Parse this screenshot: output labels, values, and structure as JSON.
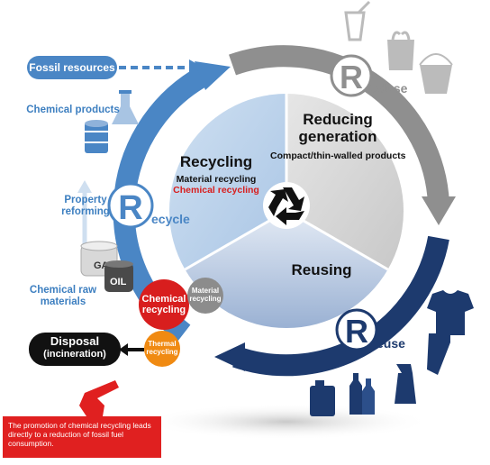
{
  "left_panel": {
    "fossil_resources": "Fossil resources",
    "chemical_products": "Chemical products",
    "property_reforming_line1": "Property",
    "property_reforming_line2": "reforming",
    "chemical_raw_materials_line1": "Chemical raw",
    "chemical_raw_materials_line2": "materials",
    "gas_label": "GAS",
    "oil_label": "OIL"
  },
  "cycle": {
    "recycling": {
      "title": "Recycling",
      "line1": "Material recycling",
      "line2": "Chemical recycling"
    },
    "reducing": {
      "title_line1": "Reducing",
      "title_line2": "generation",
      "sub": "Compact/thin-walled products"
    },
    "reusing": {
      "title": "Reusing"
    },
    "badges": {
      "reduse_big": "R",
      "reduse_small": "eduse",
      "recycle_big": "R",
      "recycle_small": "ecycle",
      "reuse_big": "R",
      "reuse_small": "euse"
    }
  },
  "bubbles": {
    "chemical_line1": "Chemical",
    "chemical_line2": "recycling",
    "material_line1": "Material",
    "material_line2": "recycling",
    "thermal_line1": "Thermal",
    "thermal_line2": "recycling"
  },
  "disposal": {
    "line1": "Disposal",
    "line2": "(incineration)"
  },
  "note": {
    "text": "The promotion of chemical recycling leads directly to a reduction of fossil fuel consumption."
  },
  "colors": {
    "recycle_blue": "#4a86c5",
    "reduce_gray": "#8f8f8f",
    "reuse_navy": "#1d3a6e",
    "chemical_red": "#d81e1e",
    "thermal_orange": "#f08a12",
    "material_gray": "#8c8c8c"
  },
  "icons": [
    "cup-icon",
    "plastic-bag-icon",
    "bucket-icon",
    "beaker-icon",
    "oil-drum-icon",
    "gas-tank-icon",
    "oil-tank-icon",
    "tshirt-icon",
    "pants-icon",
    "jerry-can-icon",
    "bottles-icon",
    "spray-bottle-icon",
    "recycle-icon",
    "pointing-hand-icon"
  ]
}
